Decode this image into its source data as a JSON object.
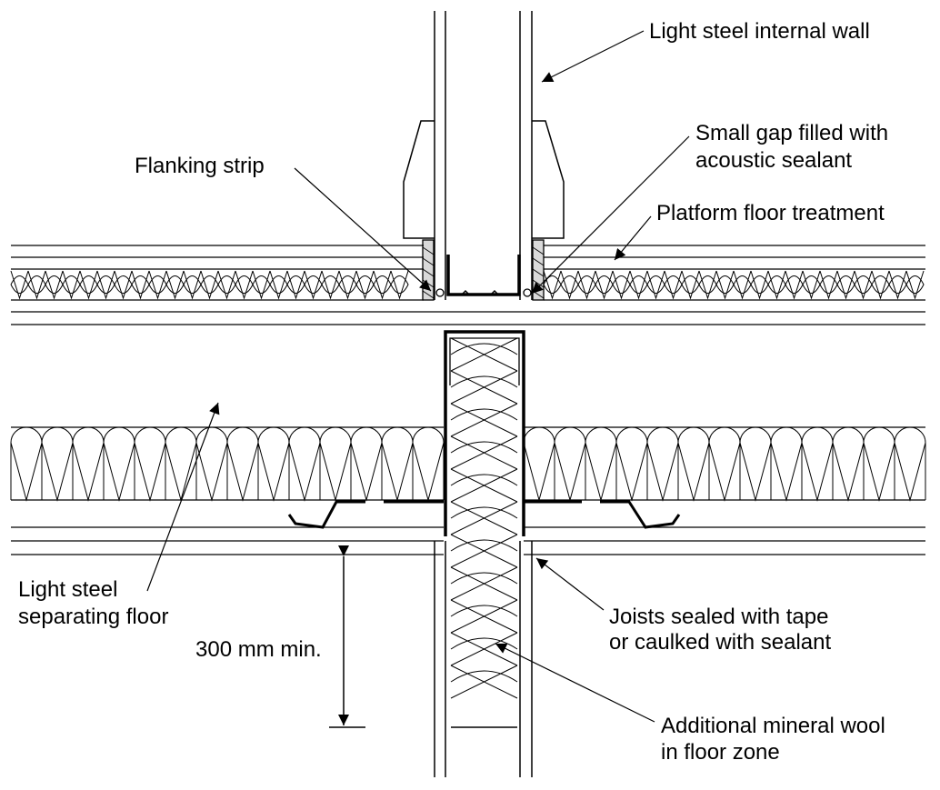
{
  "labels": {
    "internal_wall": "Light steel internal wall",
    "small_gap_line1": "Small gap filled with",
    "small_gap_line2": "acoustic sealant",
    "flanking_strip": "Flanking strip",
    "platform_floor": "Platform floor treatment",
    "separating_floor_line1": "Light steel",
    "separating_floor_line2": "separating floor",
    "dimension": "300 mm min.",
    "joists_line1": "Joists sealed with tape",
    "joists_line2": "or caulked with sealant",
    "mineral_wool_line1": "Additional mineral wool",
    "mineral_wool_line2": "in floor zone"
  },
  "colors": {
    "line": "#000000",
    "background": "#ffffff"
  }
}
